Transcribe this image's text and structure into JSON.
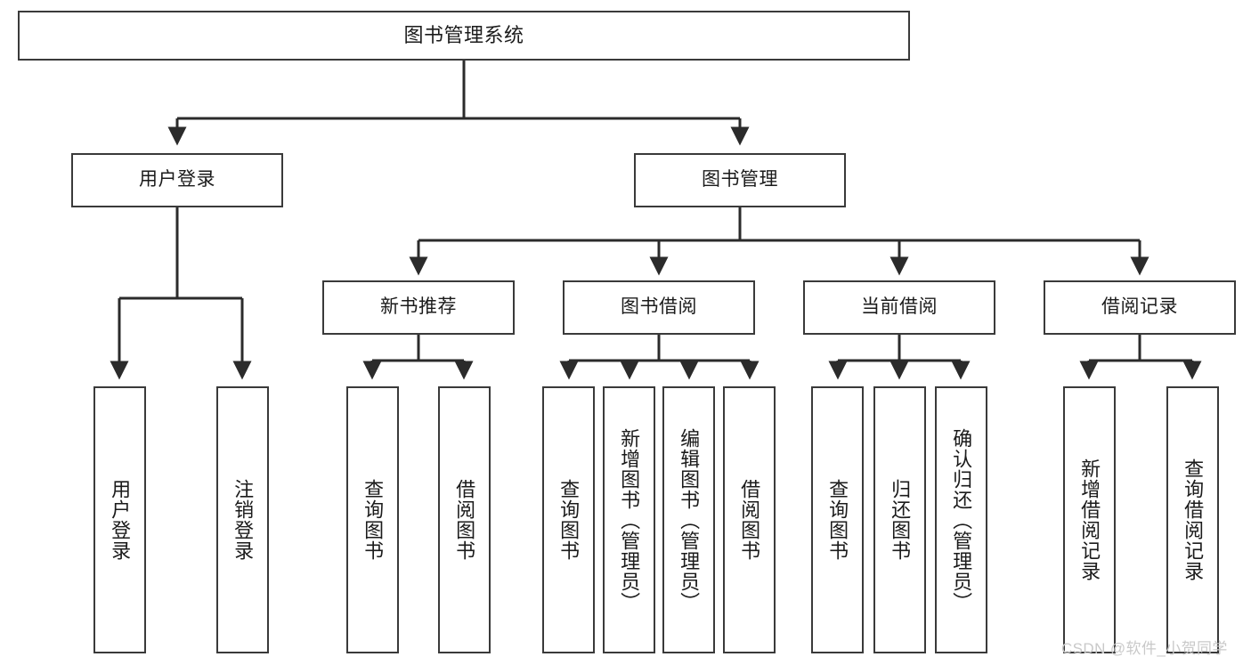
{
  "diagram": {
    "title": "图书管理系统",
    "type": "tree-hierarchy",
    "orientation": "top-down",
    "colors": {
      "box_border": "#3a3a3a",
      "box_fill": "#ffffff",
      "edge": "#2b2b2b",
      "text": "#1b1b1b",
      "watermark": "#c9c9c9",
      "background": "#ffffff"
    },
    "watermark": "CSDN @软件_小贺同学"
  },
  "nodes": {
    "root": {
      "label": "图书管理系统"
    },
    "level1": [
      {
        "label": "用户登录"
      },
      {
        "label": "图书管理"
      }
    ],
    "level2": [
      {
        "label": "新书推荐"
      },
      {
        "label": "图书借阅"
      },
      {
        "label": "当前借阅"
      },
      {
        "label": "借阅记录"
      }
    ],
    "leaves": {
      "user_login": [
        {
          "label": "用户登录"
        },
        {
          "label": "注销登录"
        }
      ],
      "new_book_recommend": [
        {
          "label": "查询图书"
        },
        {
          "label": "借阅图书"
        }
      ],
      "book_borrow": [
        {
          "label": "查询图书"
        },
        {
          "label": "新增图书（管理员）"
        },
        {
          "label": "编辑图书（管理员）"
        },
        {
          "label": "借阅图书"
        }
      ],
      "current_borrow": [
        {
          "label": "查询图书"
        },
        {
          "label": "归还图书"
        },
        {
          "label": "确认归还（管理员）"
        }
      ],
      "borrow_record": [
        {
          "label": "新增借阅记录"
        },
        {
          "label": "查询借阅记录"
        }
      ]
    }
  }
}
